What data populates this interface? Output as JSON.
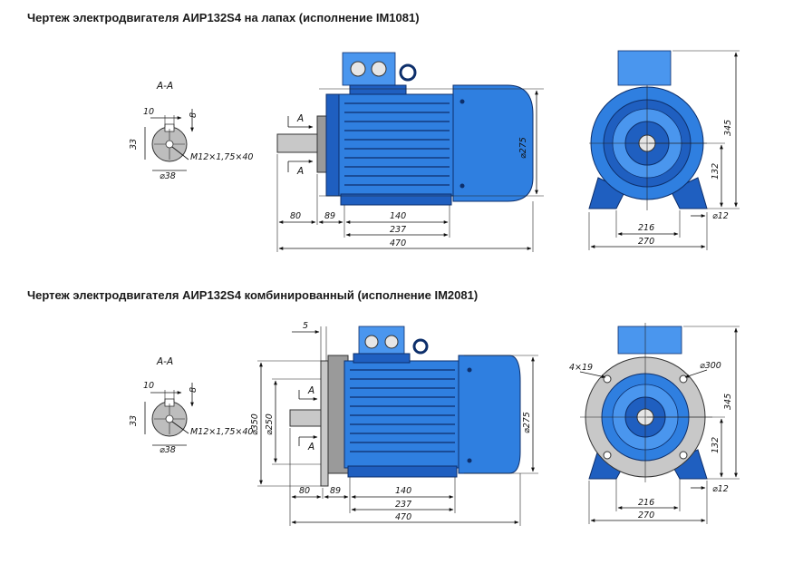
{
  "titles": {
    "top": "Чертеж электродвигателя АИР132S4 на лапах (исполнение IM1081)",
    "bottom": "Чертеж электродвигателя АИР132S4 комбинированный (исполнение IM2081)"
  },
  "section_label": "A-A",
  "section_marker": "A",
  "top_drawing": {
    "section": {
      "key_width": "10",
      "key_depth": "8",
      "height": "33",
      "thread": "M12×1,75×40",
      "shaft_diameter": "⌀38"
    },
    "side": {
      "d80": "80",
      "d89": "89",
      "d140": "140",
      "d237": "237",
      "d470": "470",
      "d275": "⌀275"
    },
    "front": {
      "h345": "345",
      "h132": "132",
      "d216": "216",
      "d270": "270",
      "hole": "⌀12"
    }
  },
  "bottom_drawing": {
    "section": {
      "key_width": "10",
      "key_depth": "8",
      "height": "33",
      "thread": "M12×1,75×40",
      "shaft_diameter": "⌀38"
    },
    "side": {
      "d5": "5",
      "d350": "⌀350",
      "d250": "⌀250",
      "d80": "80",
      "d89": "89",
      "d140": "140",
      "d237": "237",
      "d470": "470",
      "d275": "⌀275"
    },
    "front": {
      "holes": "4×19",
      "d300": "⌀300",
      "h345": "345",
      "h132": "132",
      "d216": "216",
      "d270": "270",
      "hole": "⌀12"
    }
  },
  "colors": {
    "motor_blue": "#2f7fe0",
    "outline": "#0d2f6b",
    "flange_grey": "#c8c8c8"
  }
}
